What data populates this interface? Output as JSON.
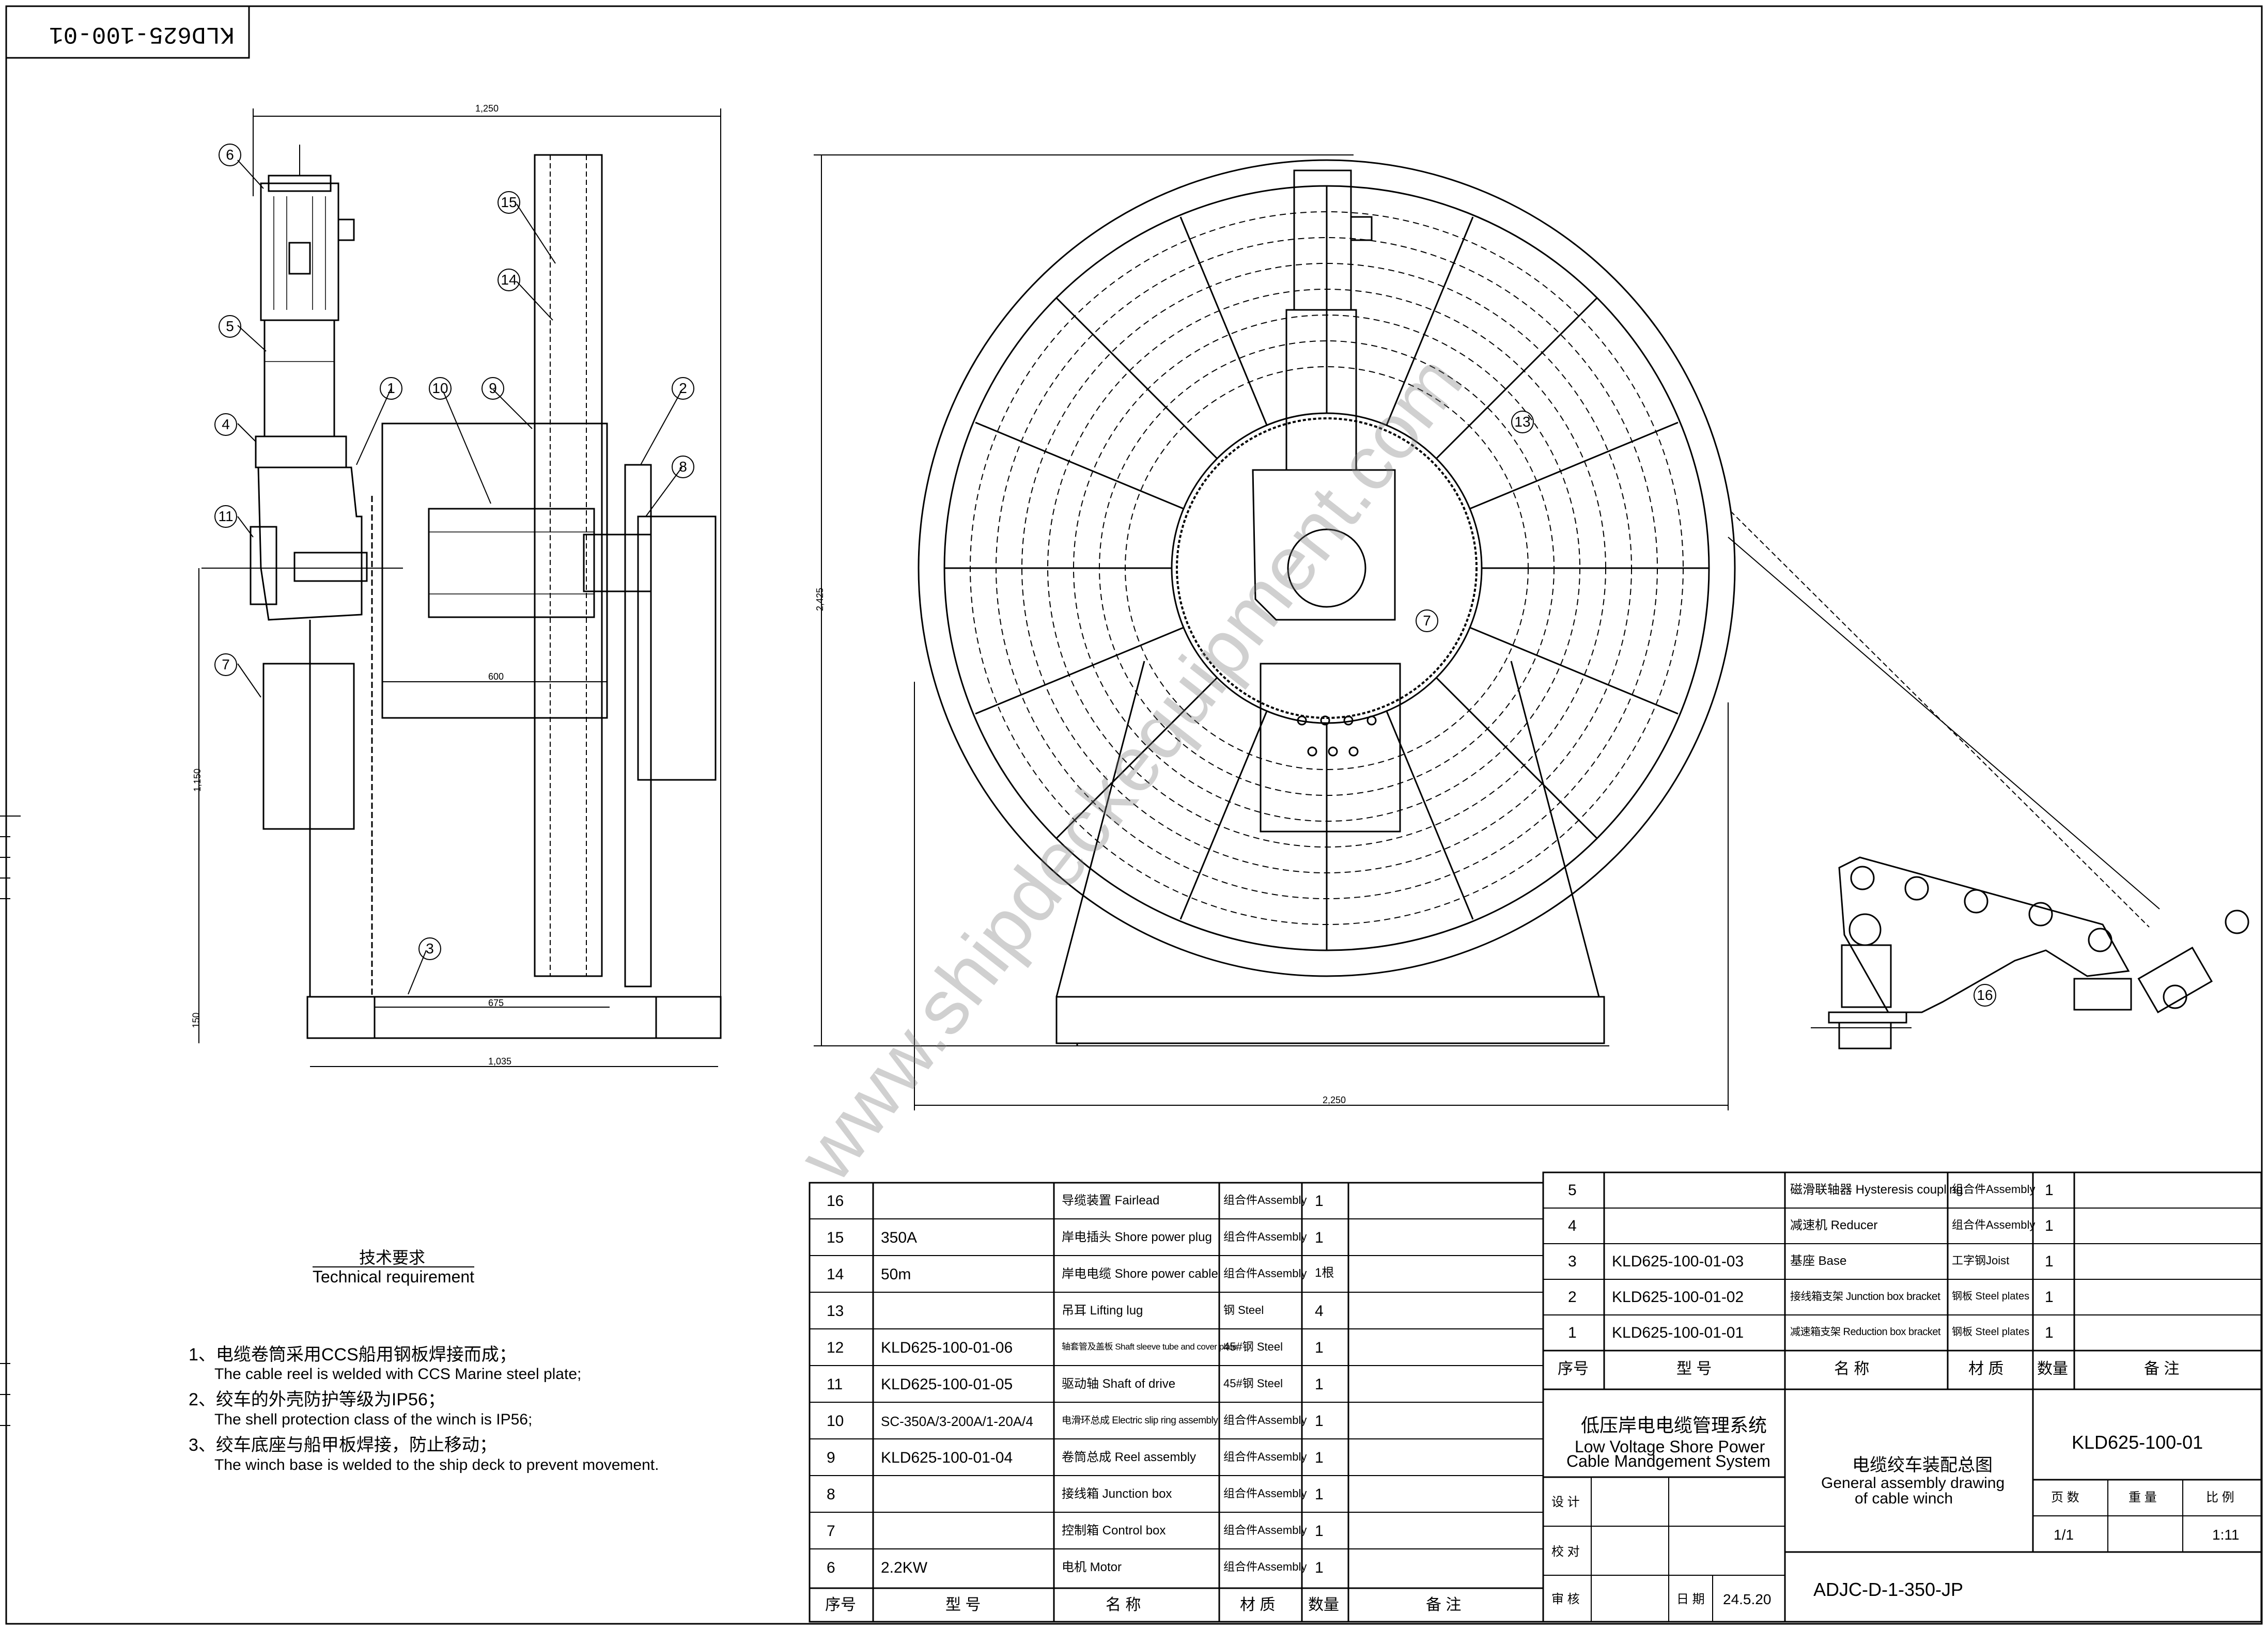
{
  "drawing_number_rotated": "KLD625-100-01",
  "dimensions": {
    "side_width": "1,250",
    "side_mid": "600",
    "side_inner": "675",
    "side_base": "1,035",
    "side_height": "1,150",
    "side_base_h": "150",
    "front_height": "2,425",
    "front_width": "2,250"
  },
  "balloons": [
    "6",
    "5",
    "4",
    "11",
    "7",
    "1",
    "10",
    "9",
    "15",
    "14",
    "2",
    "8",
    "3",
    "7",
    "13",
    "16"
  ],
  "watermark": "www.shipdeckequipment.com",
  "technical": {
    "title_cn": "技术要求",
    "title_en": "Technical requirement",
    "items": [
      {
        "cn": "1、电缆卷筒采用CCS船用钢板焊接而成；",
        "en": "The cable reel is welded with CCS Marine steel plate;"
      },
      {
        "cn": "2、绞车的外壳防护等级为IP56；",
        "en": "The shell protection class of the winch is IP56;"
      },
      {
        "cn": "3、绞车底座与船甲板焊接，防止移动；",
        "en": "The winch base is welded to the ship deck to prevent movement."
      }
    ]
  },
  "bom_left": {
    "rows": [
      {
        "no": "16",
        "model": "",
        "name": "导缆装置 Fairlead",
        "material": "组合件Assembly",
        "qty": "1",
        "note": ""
      },
      {
        "no": "15",
        "model": "350A",
        "name": "岸电插头 Shore power plug",
        "material": "组合件Assembly",
        "qty": "1",
        "note": ""
      },
      {
        "no": "14",
        "model": "50m",
        "name": "岸电电缆 Shore power cable",
        "material": "组合件Assembly",
        "qty": "1根",
        "note": ""
      },
      {
        "no": "13",
        "model": "",
        "name": "吊耳 Lifting lug",
        "material": "钢 Steel",
        "qty": "4",
        "note": ""
      },
      {
        "no": "12",
        "model": "KLD625-100-01-06",
        "name": "轴套管及盖板 Shaft sleeve tube and cover plate",
        "material": "45#钢 Steel",
        "qty": "1",
        "note": ""
      },
      {
        "no": "11",
        "model": "KLD625-100-01-05",
        "name": "驱动轴 Shaft of drive",
        "material": "45#钢 Steel",
        "qty": "1",
        "note": ""
      },
      {
        "no": "10",
        "model": "SC-350A/3-200A/1-20A/4",
        "name": "电滑环总成 Electric slip ring assembly",
        "material": "组合件Assembly",
        "qty": "1",
        "note": ""
      },
      {
        "no": "9",
        "model": "KLD625-100-01-04",
        "name": "卷筒总成 Reel assembly",
        "material": "组合件Assembly",
        "qty": "1",
        "note": ""
      },
      {
        "no": "8",
        "model": "",
        "name": "接线箱 Junction box",
        "material": "组合件Assembly",
        "qty": "1",
        "note": ""
      },
      {
        "no": "7",
        "model": "",
        "name": "控制箱 Control box",
        "material": "组合件Assembly",
        "qty": "1",
        "note": ""
      },
      {
        "no": "6",
        "model": "2.2KW",
        "name": "电机 Motor",
        "material": "组合件Assembly",
        "qty": "1",
        "note": ""
      }
    ],
    "header": {
      "no": "序号",
      "model": "型 号",
      "name": "名 称",
      "material": "材 质",
      "qty": "数量",
      "note": "备 注"
    }
  },
  "bom_right": {
    "rows": [
      {
        "no": "5",
        "model": "",
        "name": "磁滑联轴器 Hysteresis coupling",
        "material": "组合件Assembly",
        "qty": "1",
        "note": ""
      },
      {
        "no": "4",
        "model": "",
        "name": "减速机 Reducer",
        "material": "组合件Assembly",
        "qty": "1",
        "note": ""
      },
      {
        "no": "3",
        "model": "KLD625-100-01-03",
        "name": "基座 Base",
        "material": "工字钢Joist",
        "qty": "1",
        "note": ""
      },
      {
        "no": "2",
        "model": "KLD625-100-01-02",
        "name": "接线箱支架 Junction box bracket",
        "material": "钢板 Steel plates",
        "qty": "1",
        "note": ""
      },
      {
        "no": "1",
        "model": "KLD625-100-01-01",
        "name": "减速箱支架 Reduction box bracket",
        "material": "钢板 Steel plates",
        "qty": "1",
        "note": ""
      }
    ],
    "header": {
      "no": "序号",
      "model": "型 号",
      "name": "名 称",
      "material": "材 质",
      "qty": "数量",
      "note": "备 注"
    }
  },
  "title_block": {
    "system_cn": "低压岸电电缆管理系统",
    "system_en1": "Low Voltage Shore Power",
    "system_en2": "Cable Mandgement System",
    "drawing_cn": "电缆绞车装配总图",
    "drawing_en1": "General assembly drawing",
    "drawing_en2": "of cable winch",
    "drawing_no": "KLD625-100-01",
    "design": "设 计",
    "check": "校 对",
    "review": "审 核",
    "date_label": "日 期",
    "date": "24.5.20",
    "pages_label": "页 数",
    "weight_label": "重 量",
    "scale_label": "比 例",
    "pages": "1/1",
    "scale": "1:11",
    "code": "ADJC-D-1-350-JP"
  }
}
